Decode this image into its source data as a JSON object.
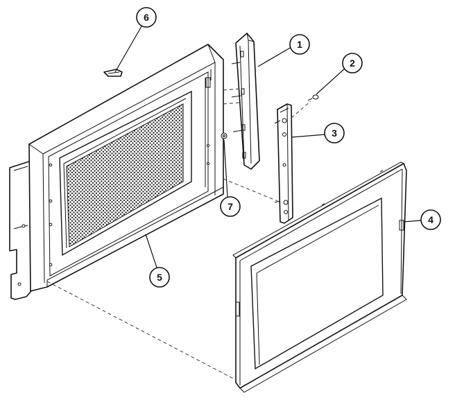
{
  "diagram": {
    "callouts": [
      {
        "id": "callout-1",
        "number": "1"
      },
      {
        "id": "callout-2",
        "number": "2"
      },
      {
        "id": "callout-3",
        "number": "3"
      },
      {
        "id": "callout-4",
        "number": "4"
      },
      {
        "id": "callout-5",
        "number": "5"
      },
      {
        "id": "callout-6",
        "number": "6"
      },
      {
        "id": "callout-7",
        "number": "7"
      }
    ]
  }
}
